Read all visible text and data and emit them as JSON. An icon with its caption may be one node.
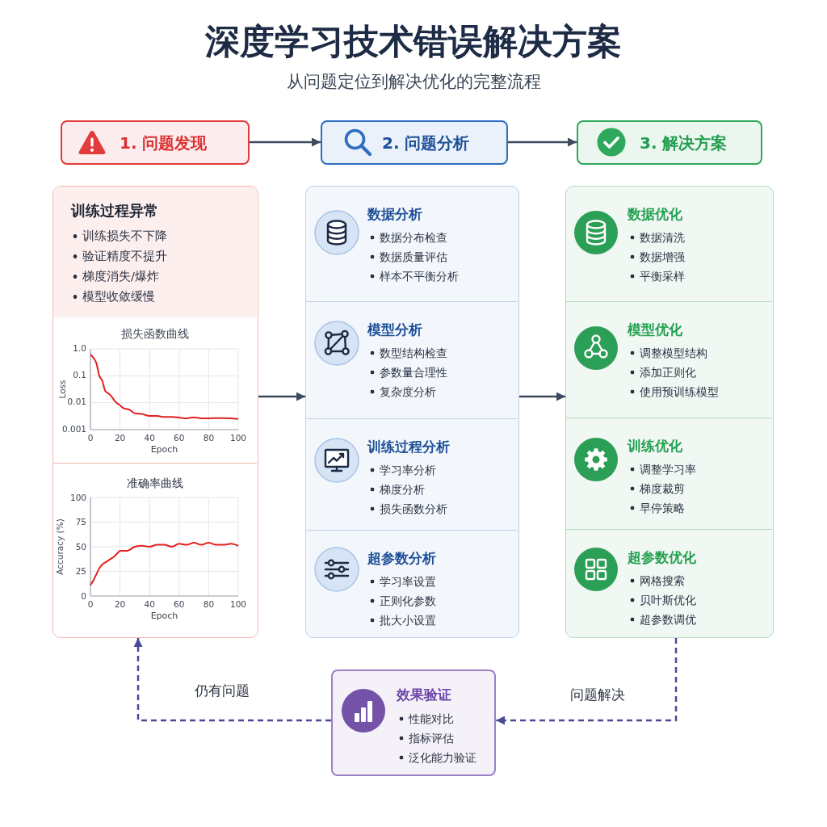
{
  "diagram": {
    "title": "深度学习技术错误解决方案",
    "nodes": [
      {
        "text": [
          "1. 问题发现"
        ]
      },
      {
        "text": [
          "2. 问题分析"
        ]
      },
      {
        "text": [
          "3. 解决方案"
        ]
      },
      {
        "text": [],
        "shape": "box"
      },
      {
        "text": [
          "训练过程异常",
          "训练损失不下降",
          "验证精度不提升",
          "梯度消失/爆炸",
          "模型收敛缓慢"
        ],
        "in": 3
      },
      {
        "text": [],
        "shape": "box"
      },
      {
        "text": [
          "数据分析",
          "数据分布检查",
          "数据质量评估",
          "样本不平衡分析"
        ],
        "in": 5
      },
      {
        "text": [
          "模型分析",
          "数型结构检查",
          "参数量合理性",
          "复杂度分析"
        ],
        "in": 5
      },
      {
        "text": [
          "训练过程分析",
          "学习率分析",
          "梯度分析",
          "损失函数分析"
        ],
        "in": 5
      },
      {
        "text": [
          "超参数分析",
          "学习率设置",
          "正则化参数",
          "批大小设置"
        ],
        "in": 5
      },
      {
        "text": [],
        "shape": "box"
      },
      {
        "text": [
          "数据优化",
          "数据清洗",
          "数据增强",
          "平衡采样"
        ],
        "in": 10
      },
      {
        "text": [
          "模型优化",
          "调整模型结构",
          "添加正则化",
          "使用预训练模型"
        ],
        "in": 10
      },
      {
        "text": [
          "训练优化",
          "调整学习率",
          "梯度裁剪",
          "早停策略"
        ],
        "in": 10
      },
      {
        "text": [
          "超参数优化",
          "网格搜索",
          "贝叶斯优化",
          "超参数调优"
        ],
        "in": 10
      },
      {
        "text": [
          "效果验证",
          "性能对比",
          "指标评估",
          "泛化能力验证"
        ]
      }
    ],
    "edges": [
      {
        "from": 0,
        "to": 1,
        "arrow": "to"
      },
      {
        "from": 1,
        "to": 2,
        "arrow": "to"
      },
      {
        "from": 3,
        "to": 5,
        "arrow": "to"
      },
      {
        "from": 5,
        "to": 10,
        "arrow": "to"
      },
      {
        "from": 10,
        "to": 15,
        "arrow": "to",
        "label": "问题解决",
        "style": "dashed",
        "color": "#4b4a96"
      },
      {
        "from": 15,
        "to": 3,
        "arrow": "to",
        "label": "仍有问题",
        "style": "dashed",
        "color": "#4b4a96"
      }
    ],
    "labels": [
      "从问题定位到解决优化的完整流程",
      "损失函数曲线",
      "1.0",
      "0.1",
      "0.01",
      "0.001",
      "Loss",
      "0",
      "20",
      "40",
      "60",
      "80",
      "100",
      "Epoch"
    ],
    "chart_data": {
      "type": "line",
      "title": "准确率曲线",
      "xlabel": "Epoch",
      "ylabel": "Accuracy (%)",
      "grid": true,
      "x": [
        0,
        2,
        4,
        6,
        8,
        10,
        12,
        14,
        16,
        18,
        20,
        25,
        30,
        35,
        40,
        45,
        50,
        55,
        60,
        65,
        70,
        75,
        80,
        85,
        90,
        95,
        100
      ],
      "series": [
        {
          "color": "#e31f1f",
          "values": [
            11,
            16,
            22,
            28,
            32,
            34,
            36,
            38,
            40,
            43,
            46,
            46,
            50,
            51,
            50,
            52,
            52,
            50,
            53,
            52,
            54,
            52,
            54,
            52,
            52,
            53,
            51
          ]
        }
      ],
      "xlim": [
        0,
        100
      ],
      "ylim": [
        0,
        100
      ],
      "xticks": [
        0,
        20,
        40,
        60,
        80,
        100
      ],
      "yticks": [
        0,
        25,
        50,
        75,
        100
      ]
    }
  }
}
